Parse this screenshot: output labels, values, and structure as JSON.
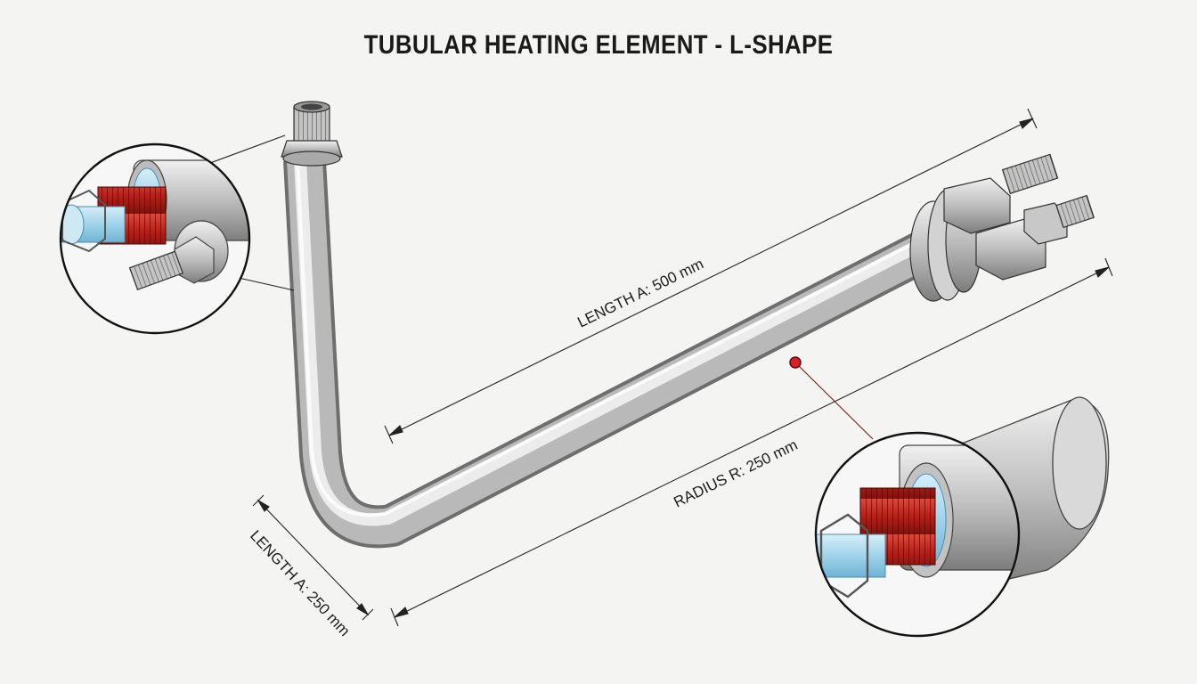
{
  "title": "TUBULAR HEATING ELEMENT - L-SHAPE",
  "dimensions": {
    "length_long": "LENGTH A: 500 mm",
    "radius": "RADIUS R: 250 mm",
    "length_short": "LENGTH A: 250 mm"
  },
  "colors": {
    "background": "#f4f4f2",
    "steel_light": "#e8e8e8",
    "steel_dark": "#8a8a8a",
    "coil_red": "#c0251e",
    "insulation_blue": "#9fd3ea",
    "marker_red": "#d8202a",
    "line": "#222222"
  }
}
